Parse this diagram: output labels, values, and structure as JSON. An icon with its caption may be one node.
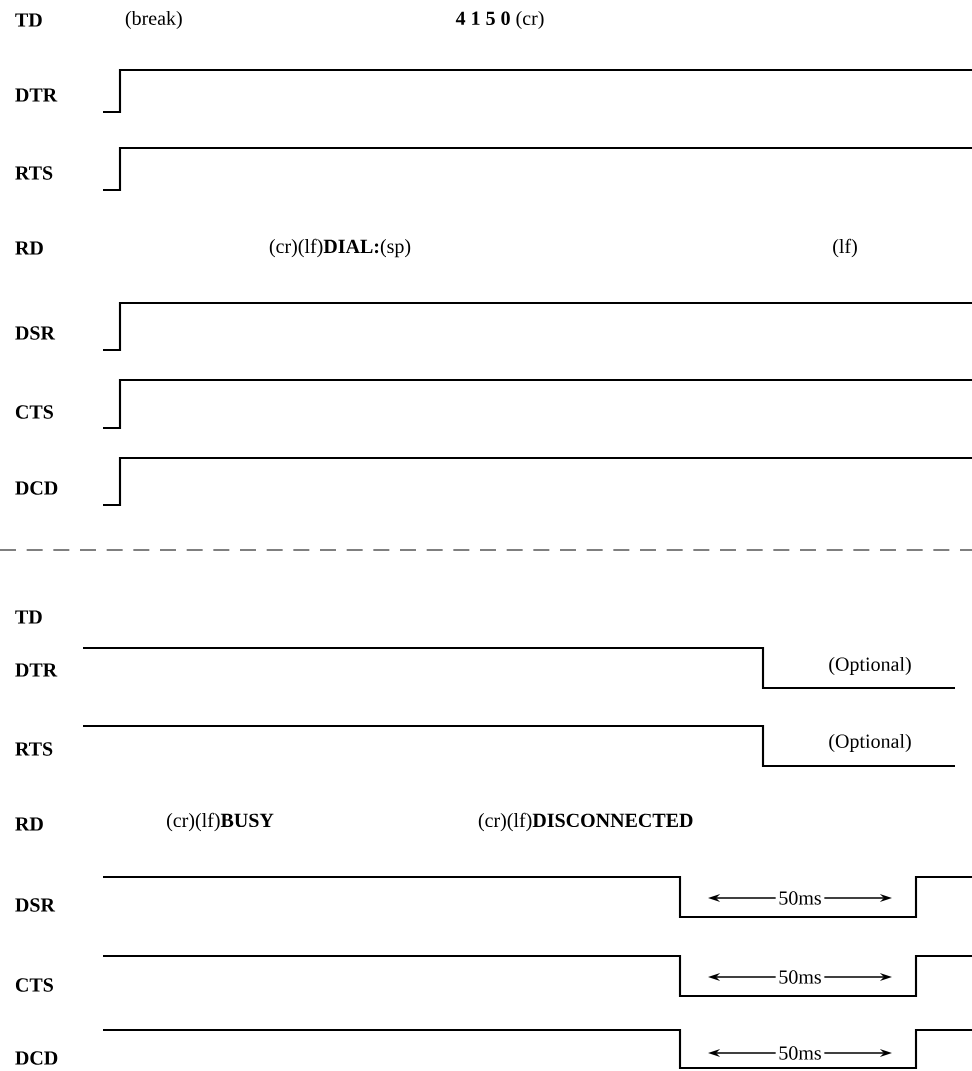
{
  "diagram": {
    "labels": [
      "TD",
      "(break)",
      "**4 1 5 0** (cr)",
      "DTR",
      "RTS",
      "RD",
      "(cr)(lf)**DIAL:**(sp)",
      "(lf)",
      "DSR",
      "CTS",
      "DCD",
      "TD",
      "DTR",
      "(Optional)",
      "RTS",
      "(Optional)",
      "RD",
      "(cr)(lf)**BUSY**",
      "(cr)(lf)**DISCONNECTED**",
      "DSR",
      "50ms",
      "CTS",
      "50ms",
      "DCD",
      "50ms"
    ]
  }
}
